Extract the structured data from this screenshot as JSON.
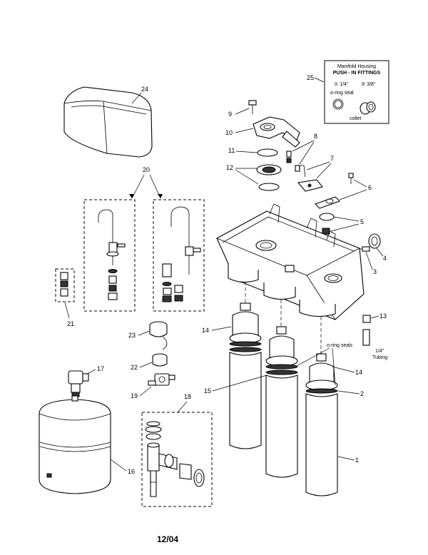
{
  "callouts": {
    "c1": "1",
    "c2": "2",
    "c3": "3",
    "c4": "4",
    "c5": "5",
    "c6": "6",
    "c7": "7",
    "c8": "8",
    "c9": "9",
    "c10": "10",
    "c11": "11",
    "c12": "12",
    "c13": "13",
    "c14a": "14",
    "c14b": "14",
    "c15": "15",
    "c16": "16",
    "c17": "17",
    "c18": "18",
    "c19": "19",
    "c20": "20",
    "c21": "21",
    "c22": "22",
    "c23": "23",
    "c24": "24",
    "c25": "25"
  },
  "manifold_box": {
    "title": "Manifold Housing",
    "subtitle": "PUSH - IN FITTINGS",
    "size_a": "① 1/4\"",
    "size_b": "② 3/8\"",
    "oring": "o-ring seal",
    "collet": "collet"
  },
  "notes": {
    "oring_seals": "o-ring seals",
    "tubing_size": "1/4\"",
    "tubing": "Tubing"
  },
  "footer": {
    "date": "12/04"
  }
}
